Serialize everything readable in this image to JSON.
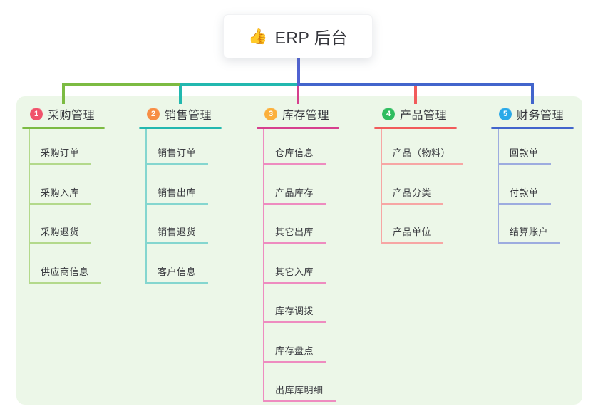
{
  "root": {
    "icon": "thumbs-up-icon",
    "icon_char": "👍",
    "label": "ERP 后台"
  },
  "canvas": {
    "background_color": "#ffffff",
    "panel_color": "#ecf7e8",
    "root_line_color": "#5062d2"
  },
  "branches": [
    {
      "num": "1",
      "label": "采购管理",
      "badge_color": "#f0536b",
      "line_color": "#7cbb42",
      "child_line_color": "#b3d98b",
      "children": [
        "采购订单",
        "采购入库",
        "采购退货",
        "供应商信息"
      ]
    },
    {
      "num": "2",
      "label": "销售管理",
      "badge_color": "#f78e45",
      "line_color": "#22b8af",
      "child_line_color": "#84d6cf",
      "children": [
        "销售订单",
        "销售出库",
        "销售退货",
        "客户信息"
      ]
    },
    {
      "num": "3",
      "label": "库存管理",
      "badge_color": "#fbb03b",
      "line_color": "#d6408e",
      "child_line_color": "#ee8cc0",
      "children": [
        "仓库信息",
        "产品库存",
        "其它出库",
        "其它入库",
        "库存调拨",
        "库存盘点",
        "出库库明细"
      ]
    },
    {
      "num": "4",
      "label": "产品管理",
      "badge_color": "#2fbd5f",
      "line_color": "#f15b5b",
      "child_line_color": "#f7a6a4",
      "children": [
        "产品（物料）",
        "产品分类",
        "产品单位"
      ]
    },
    {
      "num": "5",
      "label": "财务管理",
      "badge_color": "#29a9e8",
      "line_color": "#4265cc",
      "child_line_color": "#9dacdf",
      "children": [
        "回款单",
        "付款单",
        "结算账户"
      ]
    }
  ]
}
